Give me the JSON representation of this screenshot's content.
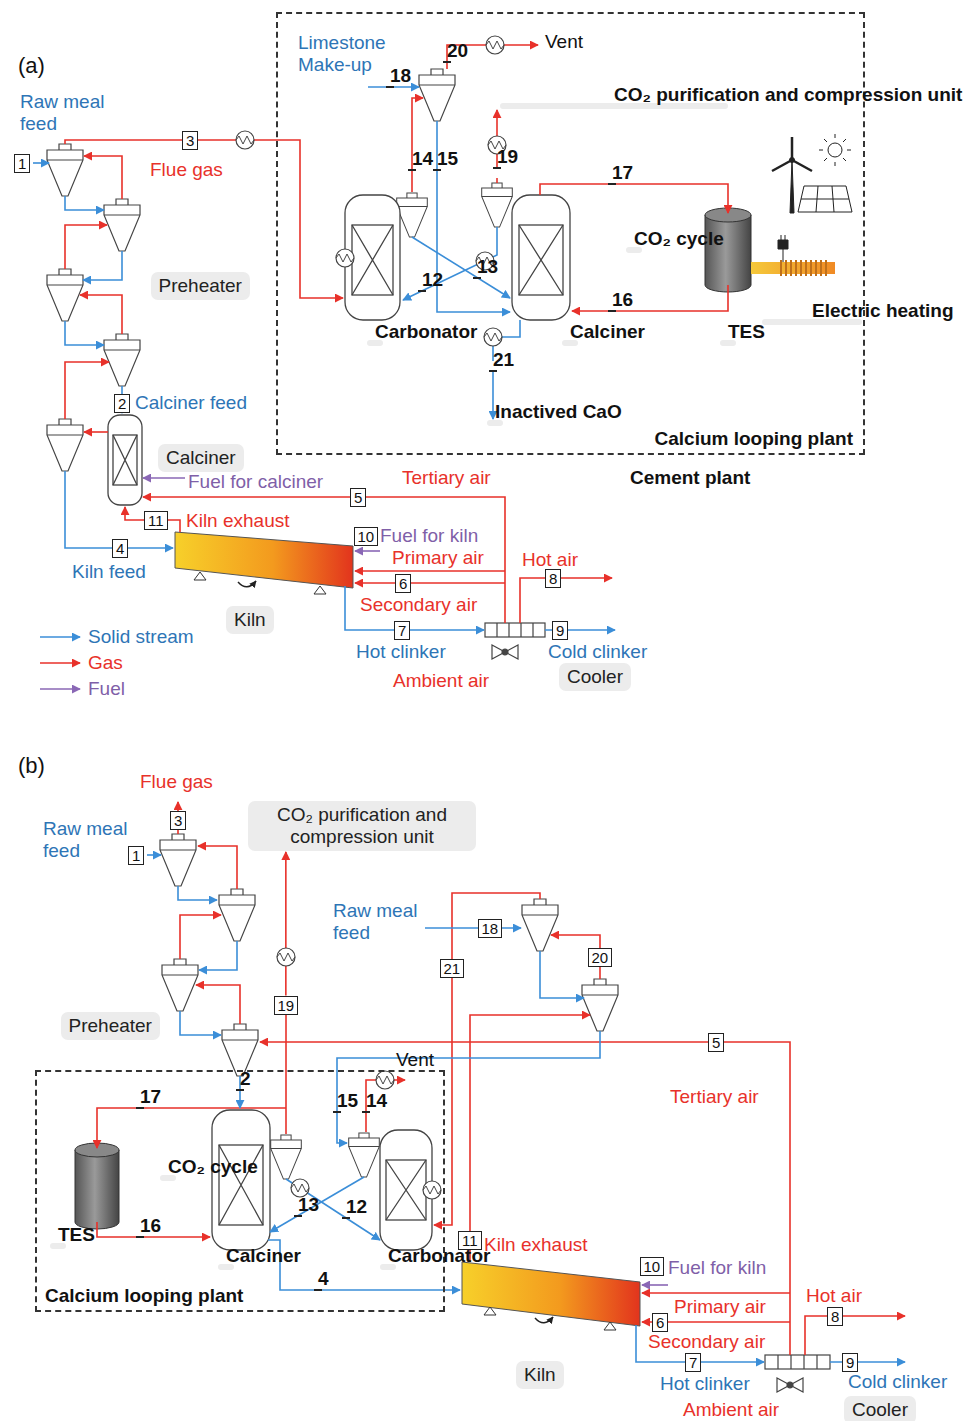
{
  "diagram": {
    "nodes": [
      {
        "text": [
          "Calcium looping plant"
        ]
      },
      {
        "text": [
          "20"
        ],
        "in": 0
      },
      {
        "text": [
          "18"
        ],
        "in": 0
      },
      {
        "text": [
          "CO₂ purification and compression unit"
        ],
        "in": 0
      },
      {
        "text": [
          "14"
        ],
        "in": 0
      },
      {
        "text": [
          "15"
        ],
        "in": 0
      },
      {
        "text": [
          "19"
        ],
        "in": 0
      },
      {
        "text": [
          "17"
        ],
        "in": 0
      },
      {
        "text": [
          "CO₂ cycle"
        ],
        "in": 0
      },
      {
        "text": [
          "12"
        ],
        "in": 0
      },
      {
        "text": [
          "13"
        ],
        "in": 0
      },
      {
        "text": [
          "16"
        ],
        "in": 0
      },
      {
        "text": [
          "Carbonator"
        ],
        "in": 0
      },
      {
        "text": [
          "Calciner"
        ],
        "in": 0
      },
      {
        "text": [
          "TES"
        ],
        "in": 0
      },
      {
        "text": [
          "Electric heating"
        ],
        "in": 0
      },
      {
        "text": [
          "21"
        ],
        "in": 0
      },
      {
        "text": [
          "Inactived CaO"
        ],
        "in": 0
      },
      {
        "text": [
          "1"
        ]
      },
      {
        "text": [
          "3"
        ]
      },
      {
        "text": [
          "Preheater"
        ]
      },
      {
        "text": [
          "2"
        ]
      },
      {
        "text": [
          "Calciner"
        ]
      },
      {
        "text": [
          "5"
        ]
      },
      {
        "text": [
          "11"
        ]
      },
      {
        "text": [
          "10"
        ]
      },
      {
        "text": [
          "4"
        ]
      },
      {
        "text": [
          "6"
        ]
      },
      {
        "text": [
          "7"
        ]
      },
      {
        "text": [
          "8"
        ]
      },
      {
        "text": [
          "9"
        ]
      },
      {
        "text": [
          "Kiln"
        ]
      },
      {
        "text": [
          "Cooler"
        ]
      },
      {
        "text": [
          "3"
        ]
      },
      {
        "text": [
          "1"
        ]
      },
      {
        "text": [
          "CO₂ purification and compression unit"
        ]
      },
      {
        "text": [
          "18"
        ]
      },
      {
        "text": [
          "20"
        ]
      },
      {
        "text": [
          "21"
        ]
      },
      {
        "text": [
          "19"
        ]
      },
      {
        "text": [
          "Preheater"
        ]
      },
      {
        "text": [
          "5"
        ]
      },
      {
        "text": [
          "Calcium looping plant"
        ]
      },
      {
        "text": [
          "2"
        ],
        "in": 42
      },
      {
        "text": [
          "17"
        ],
        "in": 42
      },
      {
        "text": [
          "15"
        ],
        "in": 42
      },
      {
        "text": [
          "14"
        ],
        "in": 42
      },
      {
        "text": [
          "CO₂ cycle"
        ],
        "in": 42
      },
      {
        "text": [
          "13"
        ],
        "in": 42
      },
      {
        "text": [
          "12"
        ],
        "in": 42
      },
      {
        "text": [
          "16"
        ],
        "in": 42
      },
      {
        "text": [
          "TES"
        ],
        "in": 42
      },
      {
        "text": [
          "Calciner"
        ],
        "in": 42
      },
      {
        "text": [
          "Carbonator"
        ],
        "in": 42
      },
      {
        "text": [
          "4"
        ],
        "in": 42
      },
      {
        "text": [
          "11"
        ]
      },
      {
        "text": [
          "10"
        ]
      },
      {
        "text": [
          "6"
        ]
      },
      {
        "text": [
          "7"
        ]
      },
      {
        "text": [
          "8"
        ]
      },
      {
        "text": [
          "9"
        ]
      },
      {
        "text": [
          "Kiln"
        ]
      },
      {
        "text": [
          "Cooler"
        ]
      }
    ],
    "edges": [
      {
        "from": 16,
        "to": 17,
        "arrow": "to"
      },
      {
        "from": 6,
        "to": 3,
        "arrow": "to"
      },
      {
        "from": 39,
        "to": 35,
        "arrow": "to"
      }
    ],
    "labels": [
      "(a)",
      "Raw meal feed",
      "Flue gas",
      "Calciner feed",
      "Fuel for calciner",
      "Kiln exhaust",
      "Kiln feed",
      "Tertiary air",
      "Fuel for kiln",
      "Primary air",
      "Secondary air",
      "Hot clinker",
      "Hot air",
      "Cold clinker",
      "Ambient air",
      "Limestone Make-up",
      "Vent",
      "Cement plant",
      "(b)",
      "Flue gas",
      "Raw meal feed",
      "Raw meal feed",
      "Vent",
      "Tertiary air",
      "Kiln exhaust",
      "Fuel for kiln",
      "Primary air",
      "Secondary air",
      "Hot air",
      "Hot clinker",
      "Cold clinker",
      "Ambient air"
    ],
    "legend": [
      {
        "text": "Solid stream"
      },
      {
        "text": "Gas"
      },
      {
        "text": "Fuel"
      }
    ]
  }
}
